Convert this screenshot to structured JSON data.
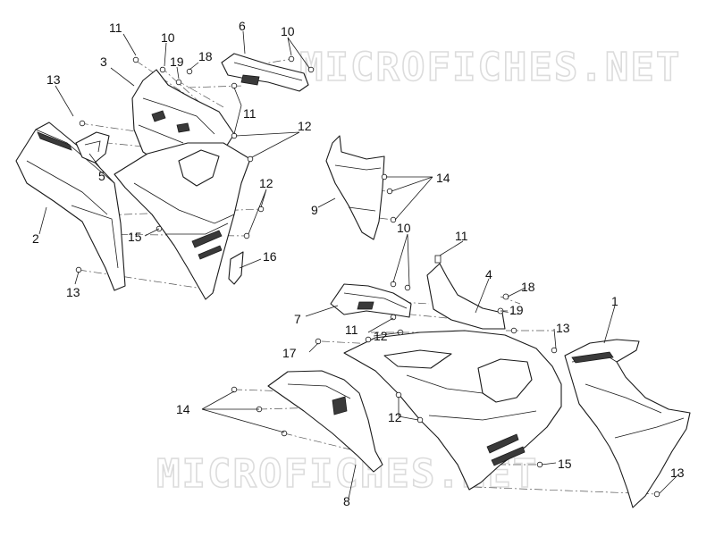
{
  "watermark": {
    "text": "MICROFICHES.NET"
  },
  "callouts": [
    {
      "id": "c11a",
      "text": "11"
    },
    {
      "id": "c10a",
      "text": "10"
    },
    {
      "id": "c6",
      "text": "6"
    },
    {
      "id": "c10b",
      "text": "10"
    },
    {
      "id": "c3",
      "text": "3"
    },
    {
      "id": "c19a",
      "text": "19"
    },
    {
      "id": "c18a",
      "text": "18"
    },
    {
      "id": "c13a",
      "text": "13"
    },
    {
      "id": "c11b",
      "text": "11"
    },
    {
      "id": "c12a",
      "text": "12"
    },
    {
      "id": "c5",
      "text": "5"
    },
    {
      "id": "c14a",
      "text": "14"
    },
    {
      "id": "c9",
      "text": "9"
    },
    {
      "id": "c12b",
      "text": "12"
    },
    {
      "id": "c2",
      "text": "2"
    },
    {
      "id": "c15a",
      "text": "15"
    },
    {
      "id": "c16",
      "text": "16"
    },
    {
      "id": "c13b",
      "text": "13"
    },
    {
      "id": "c10c",
      "text": "10"
    },
    {
      "id": "c11c",
      "text": "11"
    },
    {
      "id": "c4",
      "text": "4"
    },
    {
      "id": "c18b",
      "text": "18"
    },
    {
      "id": "c1",
      "text": "1"
    },
    {
      "id": "c7",
      "text": "7"
    },
    {
      "id": "c19b",
      "text": "19"
    },
    {
      "id": "c11d",
      "text": "11"
    },
    {
      "id": "c12c",
      "text": "12"
    },
    {
      "id": "c13c",
      "text": "13"
    },
    {
      "id": "c17",
      "text": "17"
    },
    {
      "id": "c14b",
      "text": "14"
    },
    {
      "id": "c12d",
      "text": "12"
    },
    {
      "id": "c15b",
      "text": "15"
    },
    {
      "id": "c13d",
      "text": "13"
    },
    {
      "id": "c8",
      "text": "8"
    }
  ]
}
